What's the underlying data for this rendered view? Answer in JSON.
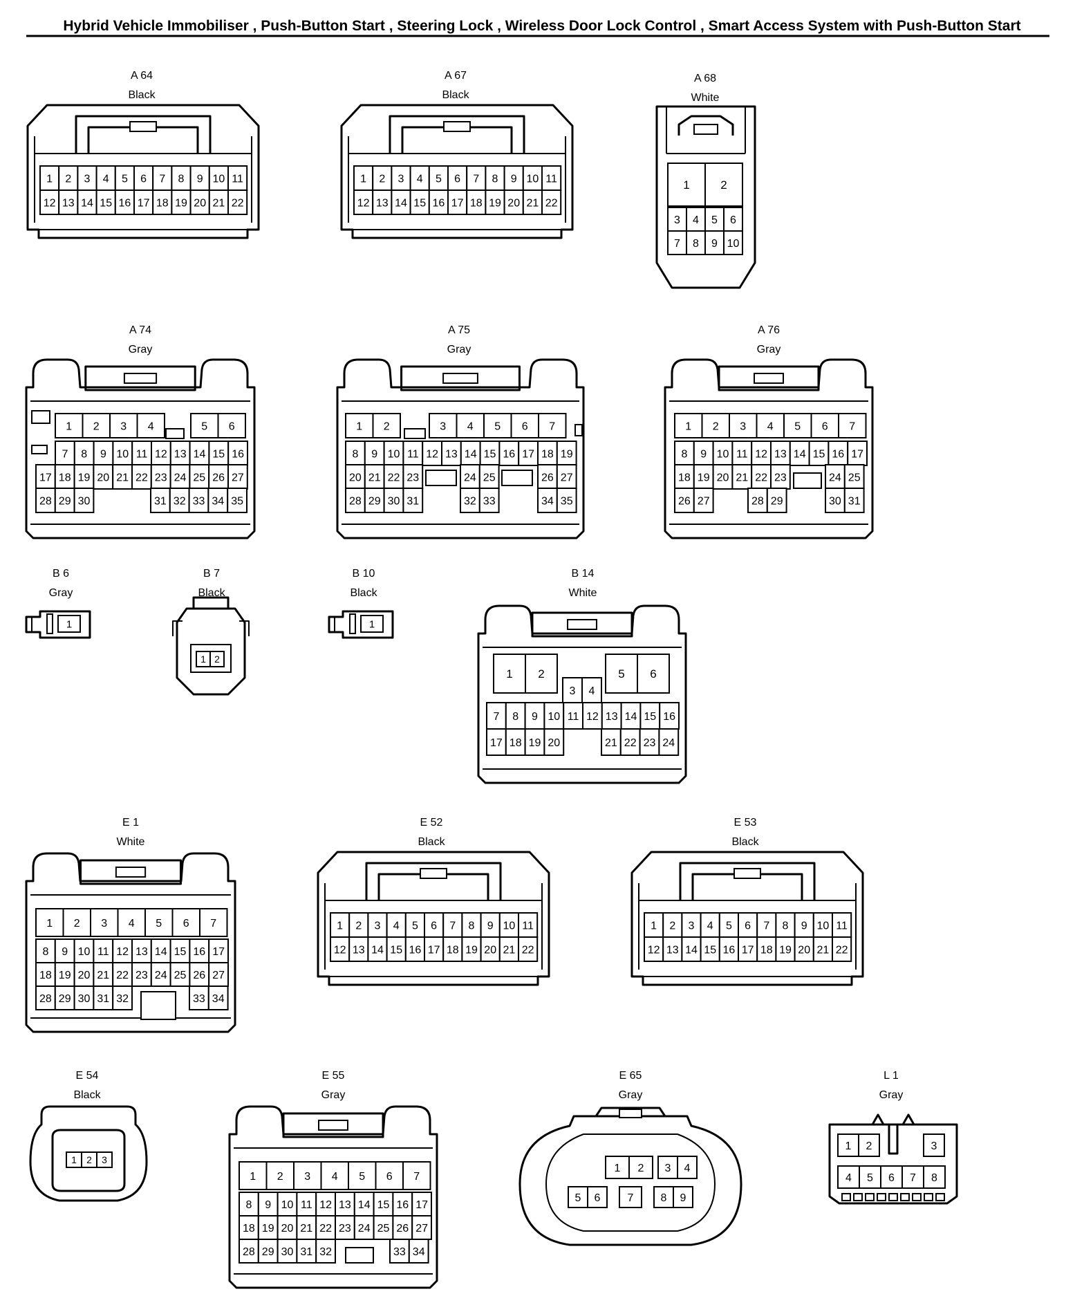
{
  "title": "Hybrid Vehicle Immobiliser , Push-Button Start , Steering Lock , Wireless Door Lock Control , Smart Access System with Push-Button Start",
  "connectors": [
    {
      "id": "A 64",
      "color": "Black"
    },
    {
      "id": "A 67",
      "color": "Black"
    },
    {
      "id": "A 68",
      "color": "White"
    },
    {
      "id": "A 74",
      "color": "Gray"
    },
    {
      "id": "A 75",
      "color": "Gray"
    },
    {
      "id": "A 76",
      "color": "Gray"
    },
    {
      "id": "B 6",
      "color": "Gray"
    },
    {
      "id": "B 7",
      "color": "Black"
    },
    {
      "id": "B 10",
      "color": "Black"
    },
    {
      "id": "B 14",
      "color": "White"
    },
    {
      "id": "E 1",
      "color": "White"
    },
    {
      "id": "E 52",
      "color": "Black"
    },
    {
      "id": "E 53",
      "color": "Black"
    },
    {
      "id": "E 54",
      "color": "Black"
    },
    {
      "id": "E 55",
      "color": "Gray"
    },
    {
      "id": "E 65",
      "color": "Gray"
    },
    {
      "id": "L 1",
      "color": "Gray"
    }
  ]
}
